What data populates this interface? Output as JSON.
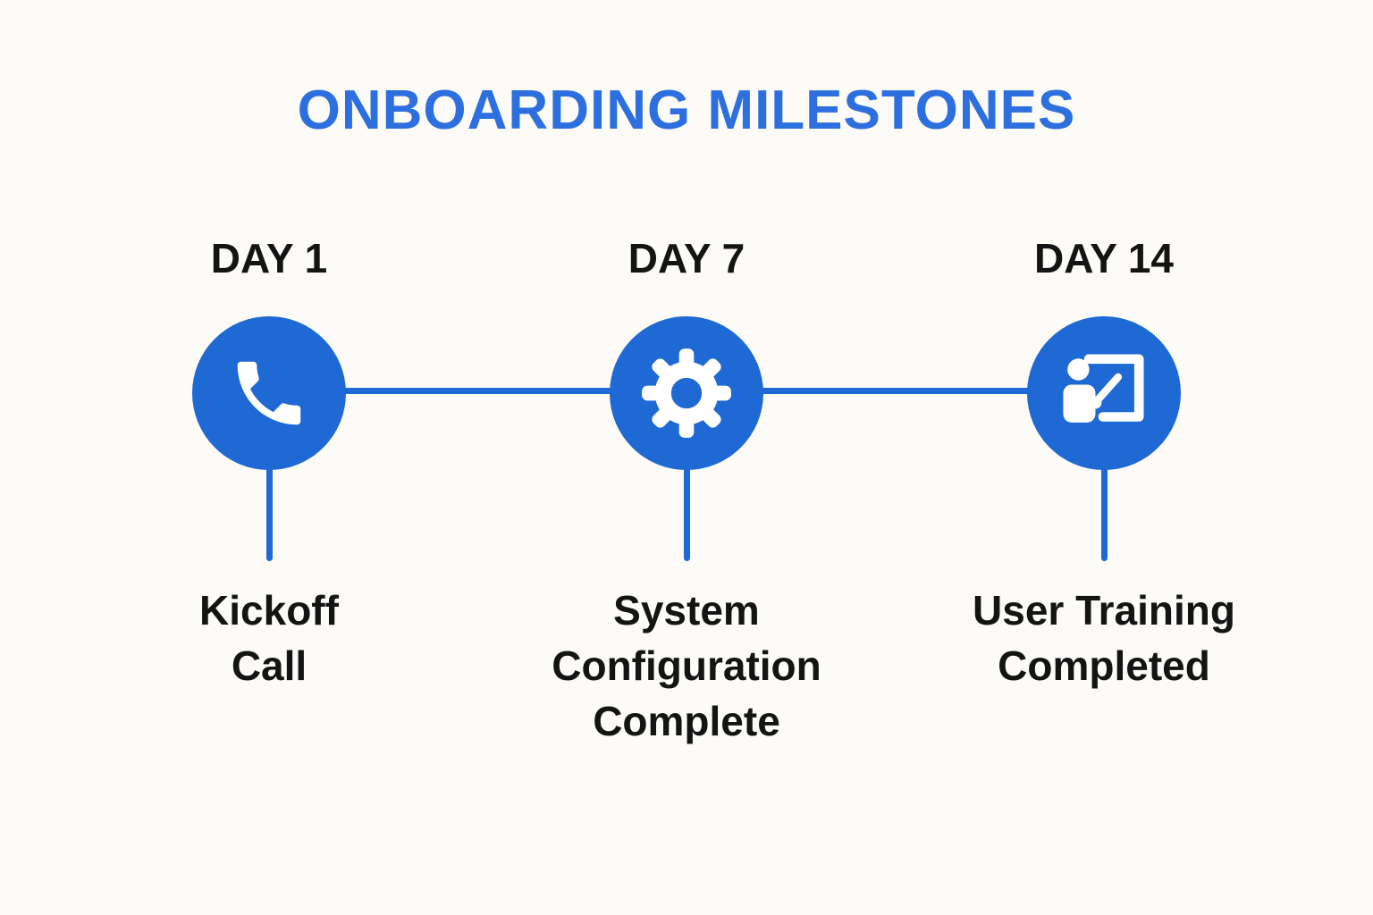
{
  "title": "ONBOARDING MILESTONES",
  "colors": {
    "accent_blue": "#1E69D4",
    "title_blue": "#2D6FDF",
    "text_dark": "#141414",
    "background": "#FCFBF7"
  },
  "milestones": [
    {
      "day": "DAY 1",
      "label": "Kickoff Call",
      "icon": "phone-icon"
    },
    {
      "day": "DAY 7",
      "label": "System Configuration Complete",
      "icon": "gear-icon"
    },
    {
      "day": "DAY 14",
      "label": "User Training Completed",
      "icon": "training-presentation-icon"
    }
  ]
}
